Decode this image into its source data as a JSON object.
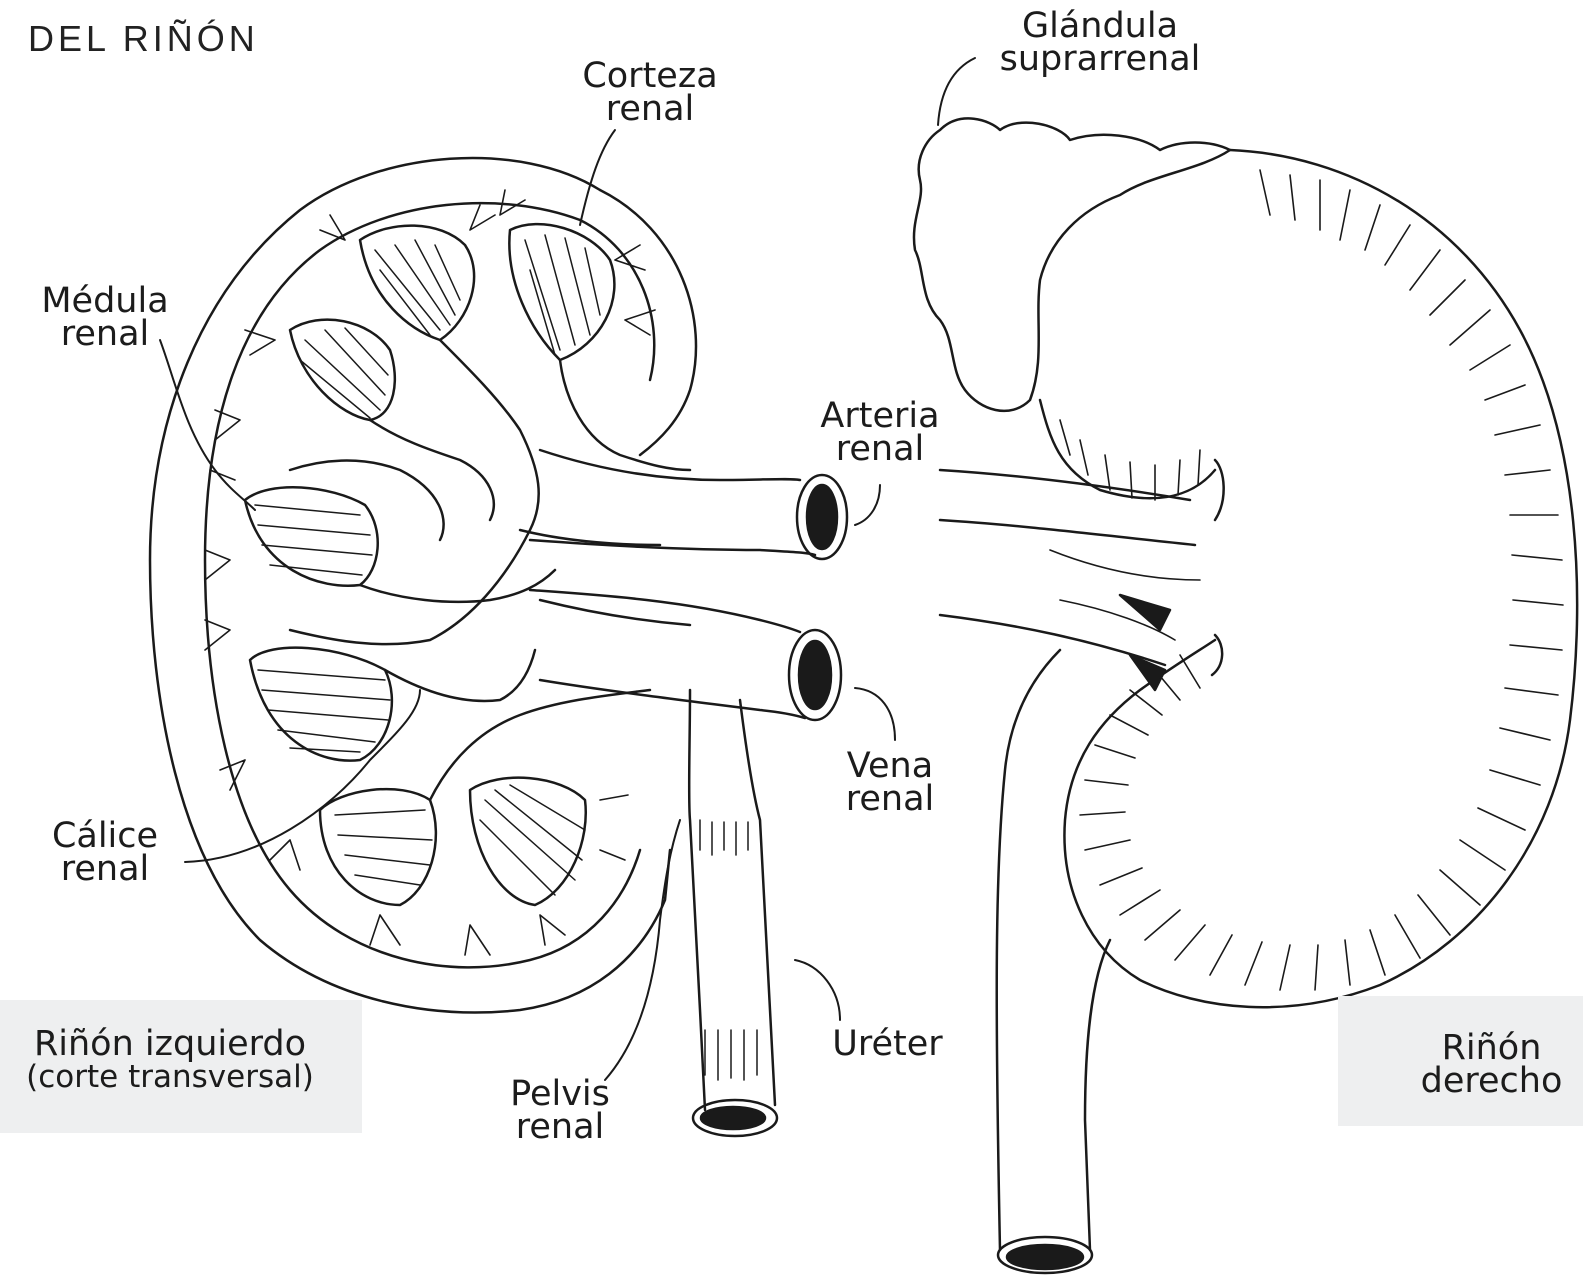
{
  "title": "DEL RIÑÓN",
  "labels": {
    "corteza": [
      "Corteza",
      "renal"
    ],
    "medula": [
      "Médula",
      "renal"
    ],
    "arteria": [
      "Arteria",
      "renal"
    ],
    "vena": [
      "Vena",
      "renal"
    ],
    "calice": [
      "Cálice",
      "renal"
    ],
    "pelvis": [
      "Pelvis",
      "renal"
    ],
    "ureter": "Uréter",
    "glandula": [
      "Glándula",
      "suprarrenal"
    ]
  },
  "panels": {
    "left": [
      "Riñón izquierdo",
      "(corte transversal)"
    ],
    "right": [
      "Riñón",
      "derecho"
    ]
  },
  "colors": {
    "ink": "#1a1a1a",
    "panel": "#eeeff0",
    "background": "#ffffff"
  }
}
